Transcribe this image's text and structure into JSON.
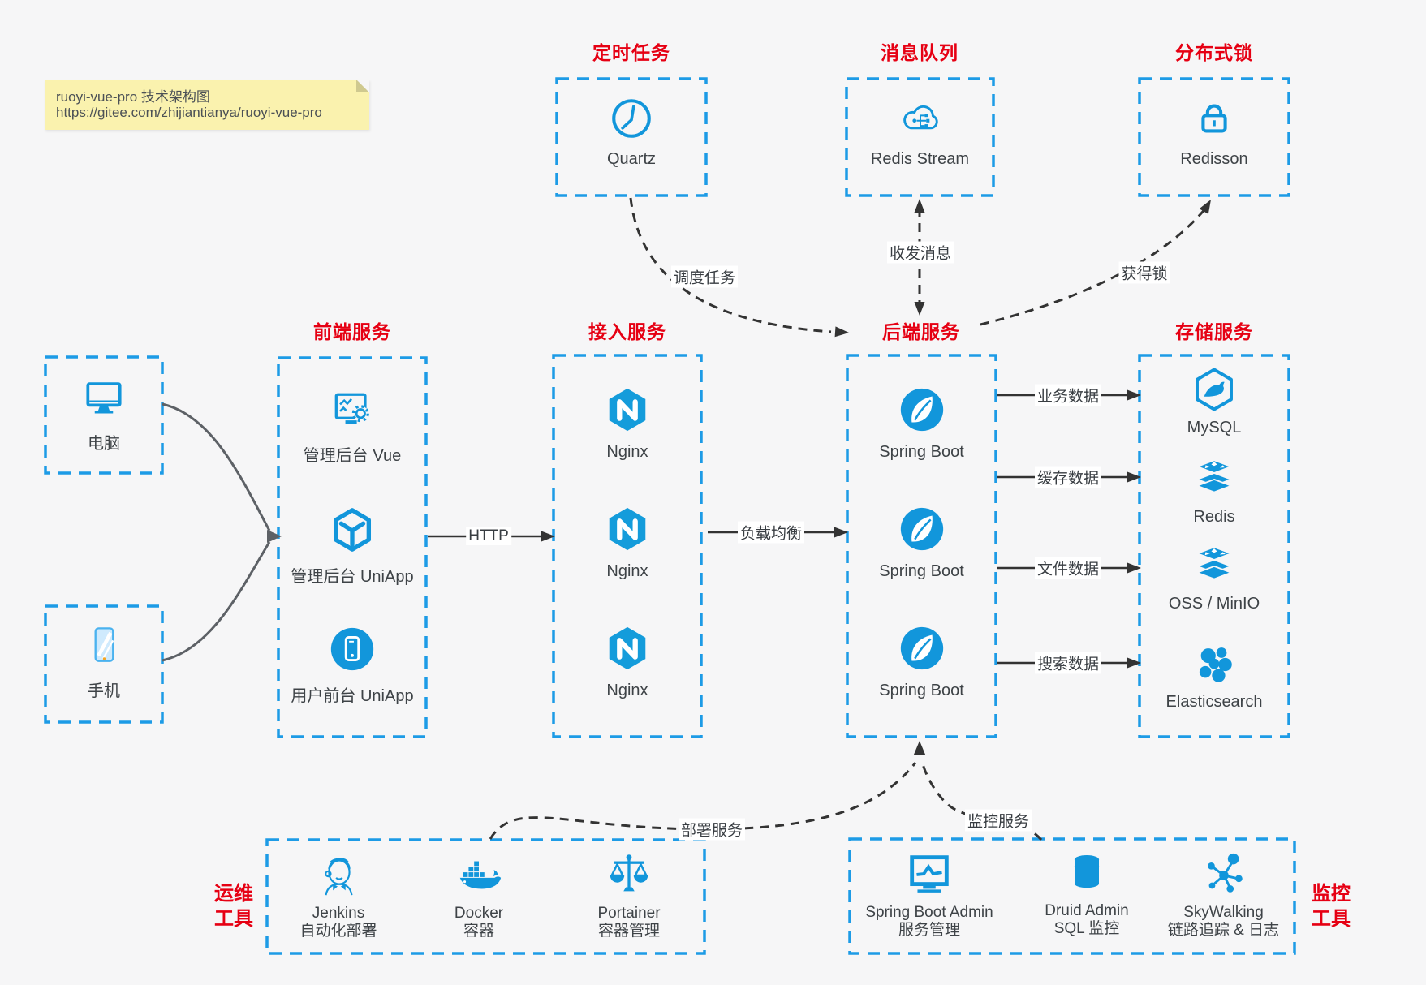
{
  "note": {
    "line1": "ruoyi-vue-pro 技术架构图",
    "line2": "https://gitee.com/zhijiantianya/ruoyi-vue-pro"
  },
  "colors": {
    "accent_blue": "#1296db",
    "border_blue": "#1d9be6",
    "title_red": "#e60013",
    "arrow_black": "#333333",
    "client_arrow_gray": "#5d6166",
    "note_yellow": "#faf2ae",
    "background": "#f6f6f7",
    "text": "#3e4347"
  },
  "clusters": {
    "scheduler": {
      "title": "定时任务",
      "items": [
        {
          "label": "Quartz",
          "icon": "clock-icon"
        }
      ]
    },
    "mq": {
      "title": "消息队列",
      "items": [
        {
          "label": "Redis Stream",
          "icon": "cloud-stream-icon"
        }
      ]
    },
    "lock": {
      "title": "分布式锁",
      "items": [
        {
          "label": "Redisson",
          "icon": "lock-icon"
        }
      ]
    },
    "clients": {
      "items": [
        {
          "label": "电脑",
          "icon": "desktop-icon"
        },
        {
          "label": "手机",
          "icon": "smartphone-icon"
        }
      ]
    },
    "frontend": {
      "title": "前端服务",
      "items": [
        {
          "label": "管理后台 Vue",
          "icon": "admin-vue-icon"
        },
        {
          "label": "管理后台 UniApp",
          "icon": "uniapp-cube-icon"
        },
        {
          "label": "用户前台 UniApp",
          "icon": "user-uniapp-icon"
        }
      ]
    },
    "gateway": {
      "title": "接入服务",
      "items": [
        {
          "label": "Nginx",
          "icon": "nginx-icon"
        },
        {
          "label": "Nginx",
          "icon": "nginx-icon"
        },
        {
          "label": "Nginx",
          "icon": "nginx-icon"
        }
      ]
    },
    "backend": {
      "title": "后端服务",
      "items": [
        {
          "label": "Spring Boot",
          "icon": "springboot-icon"
        },
        {
          "label": "Spring Boot",
          "icon": "springboot-icon"
        },
        {
          "label": "Spring Boot",
          "icon": "springboot-icon"
        }
      ]
    },
    "storage": {
      "title": "存储服务",
      "items": [
        {
          "label": "MySQL",
          "icon": "mysql-icon"
        },
        {
          "label": "Redis",
          "icon": "redis-stack-icon"
        },
        {
          "label": "OSS / MinIO",
          "icon": "oss-stack-icon"
        },
        {
          "label": "Elasticsearch",
          "icon": "elasticsearch-icon"
        }
      ]
    },
    "ops": {
      "title_line1": "运维",
      "title_line2": "工具",
      "items": [
        {
          "label": "Jenkins",
          "sub": "自动化部署",
          "icon": "jenkins-icon"
        },
        {
          "label": "Docker",
          "sub": "容器",
          "icon": "docker-icon"
        },
        {
          "label": "Portainer",
          "sub": "容器管理",
          "icon": "portainer-icon"
        }
      ]
    },
    "monitor": {
      "title_line1": "监控",
      "title_line2": "工具",
      "items": [
        {
          "label": "Spring Boot Admin",
          "sub": "服务管理",
          "icon": "sba-icon"
        },
        {
          "label": "Druid Admin",
          "sub": "SQL 监控",
          "icon": "druid-icon"
        },
        {
          "label": "SkyWalking",
          "sub": "链路追踪 & 日志",
          "icon": "skywalking-icon"
        }
      ]
    }
  },
  "connections": {
    "http": "HTTP",
    "load_balance": "负载均衡",
    "schedule": "调度任务",
    "message": "收发消息",
    "get_lock": "获得锁",
    "business_data": "业务数据",
    "cache_data": "缓存数据",
    "file_data": "文件数据",
    "search_data": "搜索数据",
    "deploy": "部署服务",
    "monitoring": "监控服务"
  }
}
